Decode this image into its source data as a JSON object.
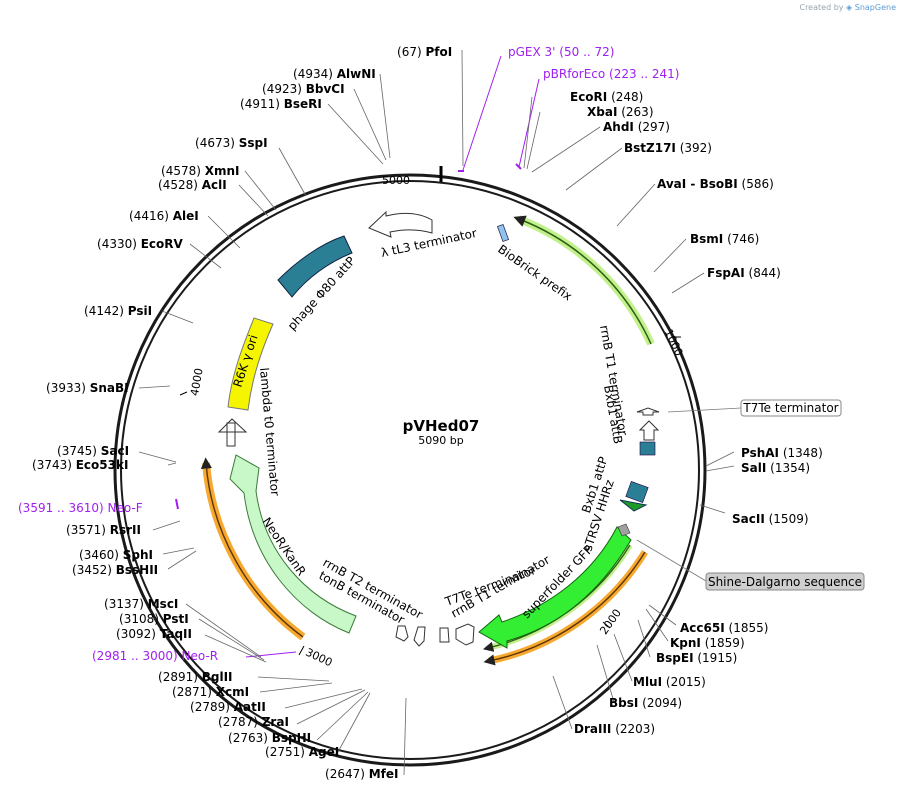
{
  "credit": {
    "prefix": "Created by",
    "brand": "SnapGene"
  },
  "plasmid": {
    "name": "pVHed07",
    "size_label": "5090 bp",
    "length": 5090
  },
  "ticks": [
    "1000",
    "2000",
    "3000",
    "4000",
    "5000"
  ],
  "sites": [
    {
      "name": "PfoI",
      "pos": "67"
    },
    {
      "name": "EcoRI",
      "pos": "248"
    },
    {
      "name": "XbaI",
      "pos": "263"
    },
    {
      "name": "AhdI",
      "pos": "297"
    },
    {
      "name": "BstZ17I",
      "pos": "392"
    },
    {
      "name": "AvaI  -  BsoBI",
      "pos": "586"
    },
    {
      "name": "BsmI",
      "pos": "746"
    },
    {
      "name": "FspAI",
      "pos": "844"
    },
    {
      "name": "PshAI",
      "pos": "1348"
    },
    {
      "name": "SalI",
      "pos": "1354"
    },
    {
      "name": "SacII",
      "pos": "1509"
    },
    {
      "name": "Acc65I",
      "pos": "1855"
    },
    {
      "name": "KpnI",
      "pos": "1859"
    },
    {
      "name": "BspEI",
      "pos": "1915"
    },
    {
      "name": "MluI",
      "pos": "2015"
    },
    {
      "name": "BbsI",
      "pos": "2094"
    },
    {
      "name": "DraIII",
      "pos": "2203"
    },
    {
      "name": "MfeI",
      "pos": "2647"
    },
    {
      "name": "AgeI",
      "pos": "2751"
    },
    {
      "name": "BspHI",
      "pos": "2763"
    },
    {
      "name": "ZraI",
      "pos": "2787"
    },
    {
      "name": "AatII",
      "pos": "2789"
    },
    {
      "name": "XcmI",
      "pos": "2871"
    },
    {
      "name": "BglII",
      "pos": "2891"
    },
    {
      "name": "TaqII",
      "pos": "3092"
    },
    {
      "name": "PstI",
      "pos": "3108"
    },
    {
      "name": "MscI",
      "pos": "3137"
    },
    {
      "name": "BssHII",
      "pos": "3452"
    },
    {
      "name": "SphI",
      "pos": "3460"
    },
    {
      "name": "RsrII",
      "pos": "3571"
    },
    {
      "name": "Eco53kI",
      "pos": "3743"
    },
    {
      "name": "SacI",
      "pos": "3745"
    },
    {
      "name": "SnaBI",
      "pos": "3933"
    },
    {
      "name": "PsiI",
      "pos": "4142"
    },
    {
      "name": "EcoRV",
      "pos": "4330"
    },
    {
      "name": "AleI",
      "pos": "4416"
    },
    {
      "name": "AclI",
      "pos": "4528"
    },
    {
      "name": "XmnI",
      "pos": "4578"
    },
    {
      "name": "SspI",
      "pos": "4673"
    },
    {
      "name": "BseRI",
      "pos": "4911"
    },
    {
      "name": "BbvCI",
      "pos": "4923"
    },
    {
      "name": "AlwNI",
      "pos": "4934"
    }
  ],
  "primers": [
    {
      "name": "pGEX 3'",
      "range": "(50 .. 72)"
    },
    {
      "name": "pBRforEco",
      "range": "(223 .. 241)"
    },
    {
      "name": "Neo-F",
      "range": "(3591 .. 3610)"
    },
    {
      "name": "Neo-R",
      "range": "(2981 .. 3000)"
    }
  ],
  "features": [
    {
      "name": "BioBrick prefix"
    },
    {
      "name": "rrnB T1 terminator"
    },
    {
      "name": "Bxb1 attB"
    },
    {
      "name": "Bxb1 attP"
    },
    {
      "name": "sTRSV HHRz"
    },
    {
      "name": "superfolder GFP"
    },
    {
      "name": "T7Te terminator"
    },
    {
      "name": "rrnB T1 terminator"
    },
    {
      "name": "rrnB T2 terminator"
    },
    {
      "name": "tonB terminator"
    },
    {
      "name": "NeoR/KanR"
    },
    {
      "name": "lambda t0 terminator"
    },
    {
      "name": "R6K γ ori"
    },
    {
      "name": "phage Φ80 attP"
    },
    {
      "name": "λ tL3 terminator"
    }
  ],
  "callouts": [
    {
      "name": "T7Te terminator"
    },
    {
      "name": "Shine-Dalgarno sequence"
    }
  ],
  "colors": {
    "backbone": "#1a1a1a",
    "primer": "#a020f0",
    "gfp": "#33ee33",
    "neo": "#c8f7c8",
    "teal": "#2b7f94",
    "ori": "#f5f500",
    "orange_glow": "#f7a82e",
    "green_glow": "#c2f08c"
  }
}
